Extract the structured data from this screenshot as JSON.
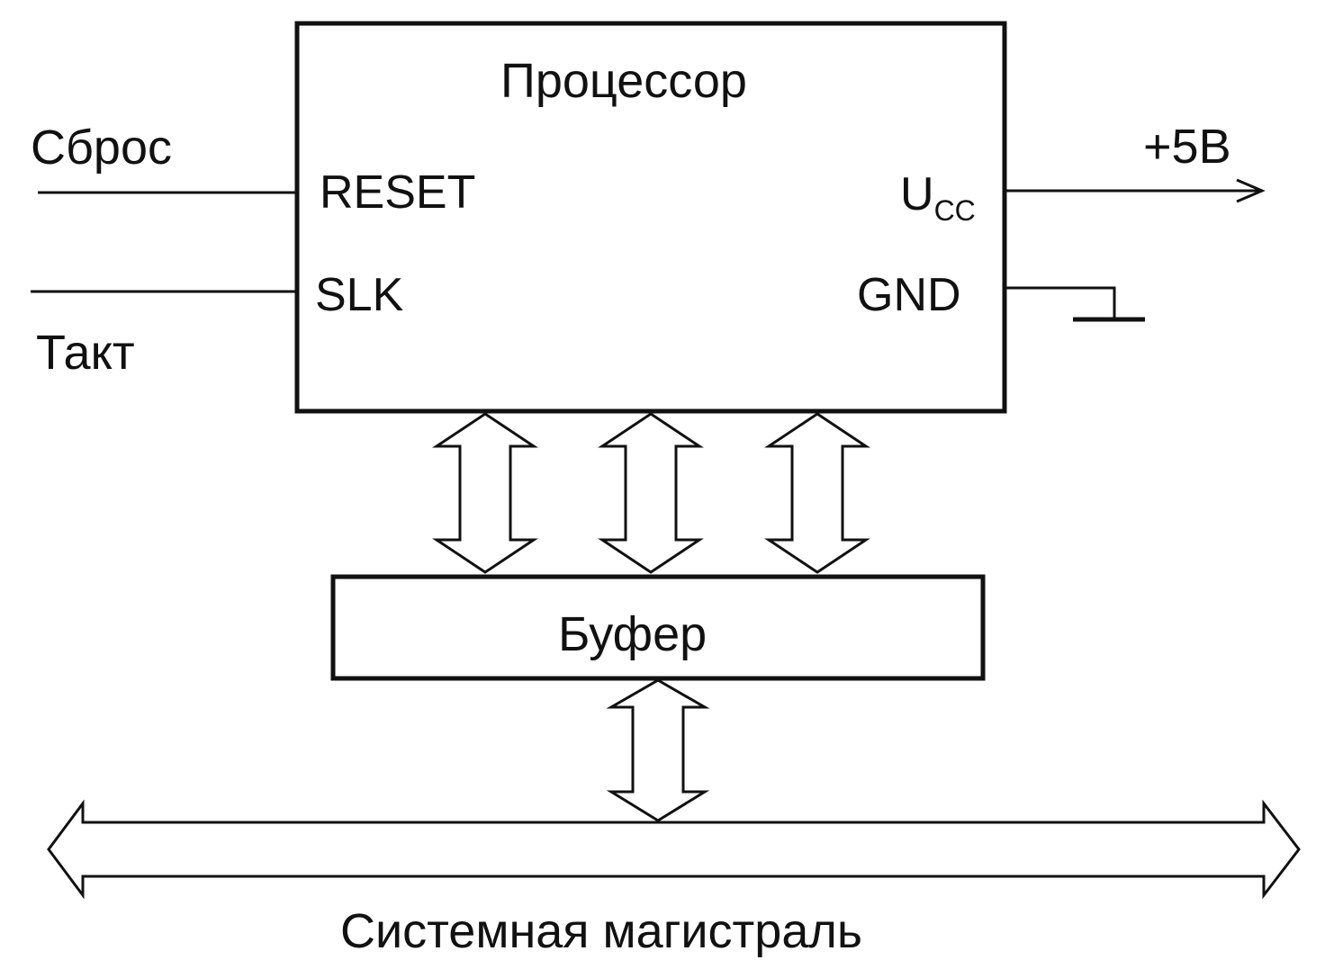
{
  "diagram": {
    "processor_title": "Процессор",
    "buffer_title": "Буфер",
    "bus_title": "Системная магистраль",
    "inputs": {
      "reset_signal": "Сброс",
      "clock_signal": "Такт"
    },
    "pins": {
      "reset": "RESET",
      "clock": "SLK",
      "power_main": "U",
      "power_sub": "CC",
      "ground": "GND"
    },
    "power_supply": "+5B"
  }
}
